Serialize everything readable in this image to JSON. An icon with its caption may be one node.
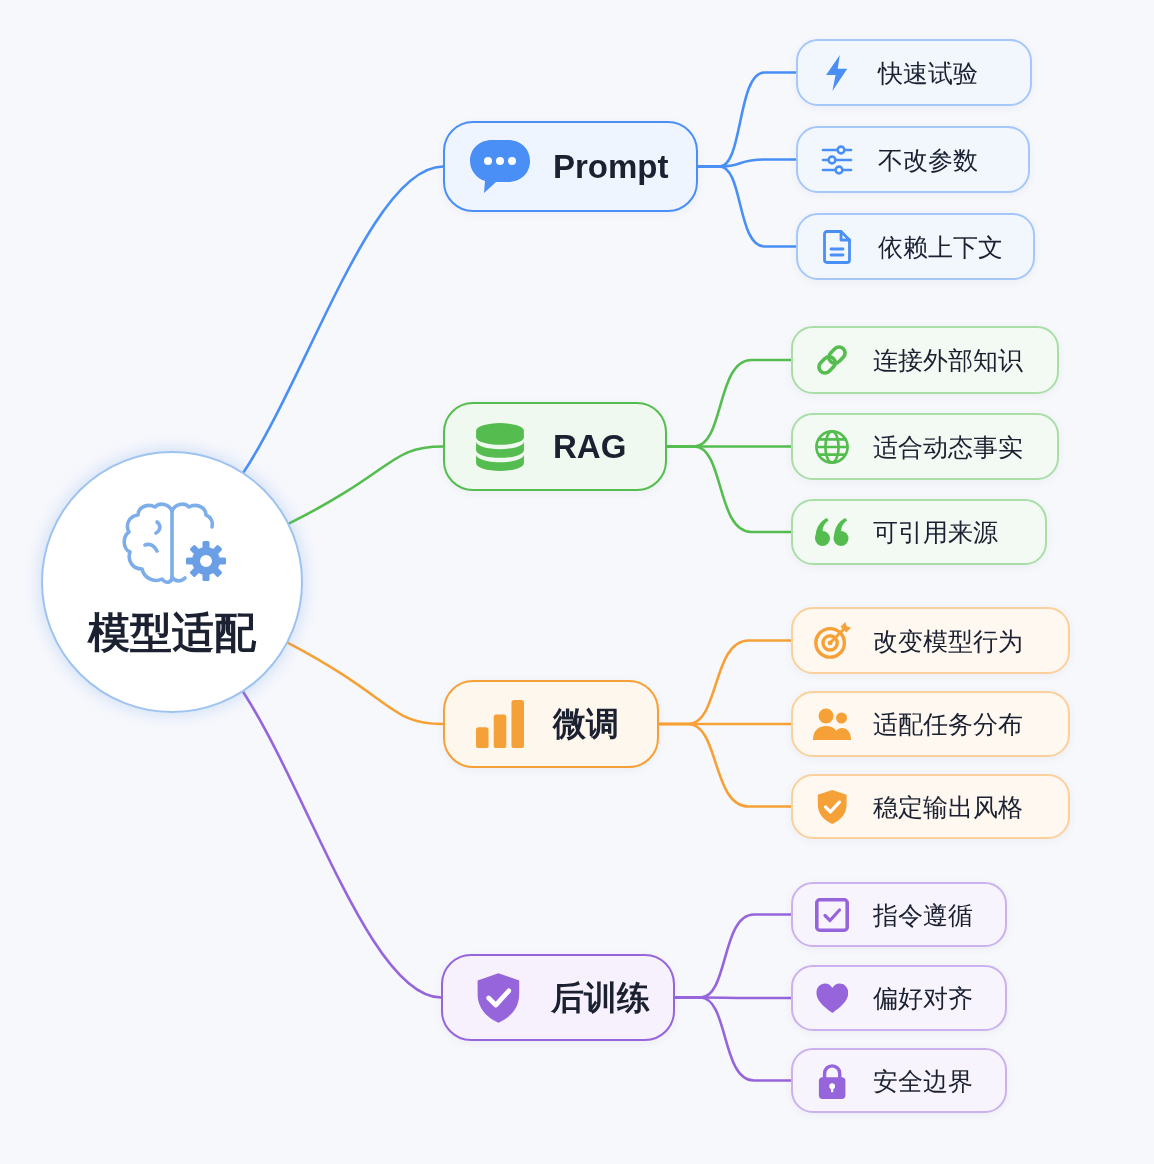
{
  "diagram": {
    "nodes": [
      {
        "text": [
          "模型适配"
        ]
      },
      {
        "text": [
          "Prompt"
        ]
      },
      {
        "text": [
          "快速试验"
        ]
      },
      {
        "text": [
          "不改参数"
        ]
      },
      {
        "text": [
          "依赖上下文"
        ]
      },
      {
        "text": [
          "RAG"
        ]
      },
      {
        "text": [
          "连接外部知识"
        ]
      },
      {
        "text": [
          "适合动态事实"
        ]
      },
      {
        "text": [
          "可引用来源"
        ]
      },
      {
        "text": [
          "微调"
        ]
      },
      {
        "text": [
          "改变模型行为"
        ]
      },
      {
        "text": [
          "适配任务分布"
        ]
      },
      {
        "text": [
          "稳定输出风格"
        ]
      },
      {
        "text": [
          "后训练"
        ]
      },
      {
        "text": [
          "指令遵循"
        ]
      },
      {
        "text": [
          "偏好对齐"
        ]
      },
      {
        "text": [
          "安全边界"
        ]
      }
    ],
    "edges": [
      {
        "from": 0,
        "to": 1,
        "arrow": "none",
        "color": "#4a8ff5"
      },
      {
        "from": 1,
        "to": 2,
        "arrow": "none",
        "color": "#4a8ff5"
      },
      {
        "from": 1,
        "to": 3,
        "arrow": "none",
        "color": "#4a8ff5"
      },
      {
        "from": 1,
        "to": 4,
        "arrow": "none",
        "color": "#4a8ff5"
      },
      {
        "from": 0,
        "to": 5,
        "arrow": "none",
        "color": "#55bd4f"
      },
      {
        "from": 5,
        "to": 6,
        "arrow": "none",
        "color": "#55bd4f"
      },
      {
        "from": 5,
        "to": 7,
        "arrow": "none",
        "color": "#55bd4f"
      },
      {
        "from": 5,
        "to": 8,
        "arrow": "none",
        "color": "#55bd4f"
      },
      {
        "from": 0,
        "to": 9,
        "arrow": "none",
        "color": "#f6a137"
      },
      {
        "from": 9,
        "to": 10,
        "arrow": "none",
        "color": "#f6a137"
      },
      {
        "from": 9,
        "to": 11,
        "arrow": "none",
        "color": "#f6a137"
      },
      {
        "from": 9,
        "to": 12,
        "arrow": "none",
        "color": "#f6a137"
      },
      {
        "from": 0,
        "to": 13,
        "arrow": "none",
        "color": "#9665dc"
      },
      {
        "from": 13,
        "to": 14,
        "arrow": "none",
        "color": "#9665dc"
      },
      {
        "from": 13,
        "to": 15,
        "arrow": "none",
        "color": "#9665dc"
      },
      {
        "from": 13,
        "to": 16,
        "arrow": "none",
        "color": "#9665dc"
      }
    ]
  }
}
